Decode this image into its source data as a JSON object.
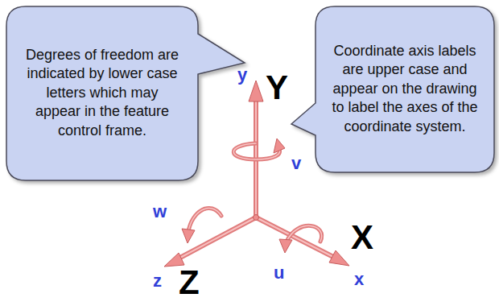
{
  "diagram": {
    "nodes": [
      {
        "text": [
          "Degrees of freedom are indicated by lower case letters which may appear in the feature control frame."
        ]
      },
      {
        "text": [
          "Coordinate axis labels are upper case and appear on the drawing to label the axes of the coordinate system."
        ]
      }
    ],
    "labels": [
      "y",
      "Y",
      "v",
      "w",
      "X",
      "z",
      "Z",
      "u",
      "x"
    ]
  }
}
